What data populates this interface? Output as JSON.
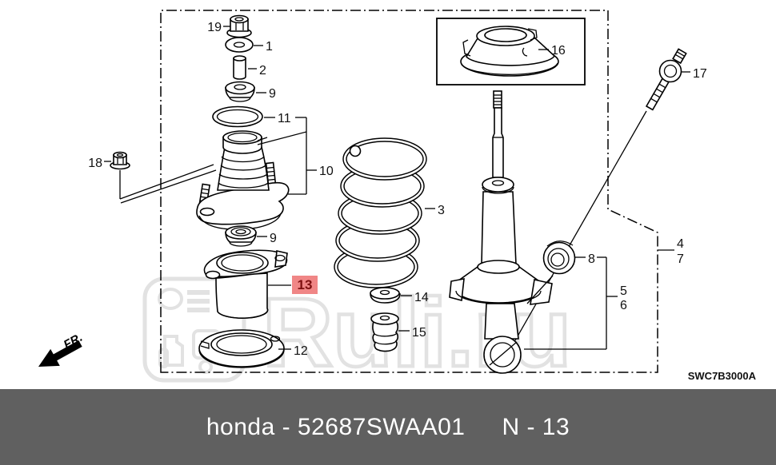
{
  "diagram": {
    "drawing_code": "SWC7B3000A",
    "fr_label": "FR.",
    "highlighted_part": "13",
    "part_labels": {
      "n1": "1",
      "n2": "2",
      "n3": "3",
      "n4": "4",
      "n5": "5",
      "n6": "6",
      "n7": "7",
      "n8": "8",
      "n9a": "9",
      "n9b": "9",
      "n10": "10",
      "n11": "11",
      "n12": "12",
      "n13": "13",
      "n14": "14",
      "n15": "15",
      "n16": "16",
      "n17": "17",
      "n18": "18",
      "n19": "19"
    },
    "colors": {
      "line": "#000000",
      "highlight_bg": "#f08686",
      "highlight_text": "#7e1111",
      "watermark": "#e2e2e2",
      "footer_bg": "#606060",
      "footer_text": "#ffffff"
    }
  },
  "watermark": {
    "text": "Ruli.ru"
  },
  "footer": {
    "left_text": "honda - 52687SWAA01",
    "right_text": "N - 13"
  }
}
